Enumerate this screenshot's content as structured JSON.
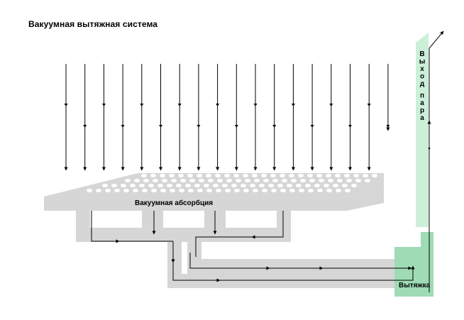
{
  "title": "Вакуумная вытяжная система",
  "labels": {
    "absorption": "Вакуумная абсорбция",
    "extraction": "Вытяжка",
    "steam_outlet": "Выход пара"
  },
  "colors": {
    "duct": "#d6d6d6",
    "steam_column": "#ccefd9",
    "extraction_box": "#9fdcb5",
    "line": "#000000",
    "hole": "#ffffff"
  }
}
